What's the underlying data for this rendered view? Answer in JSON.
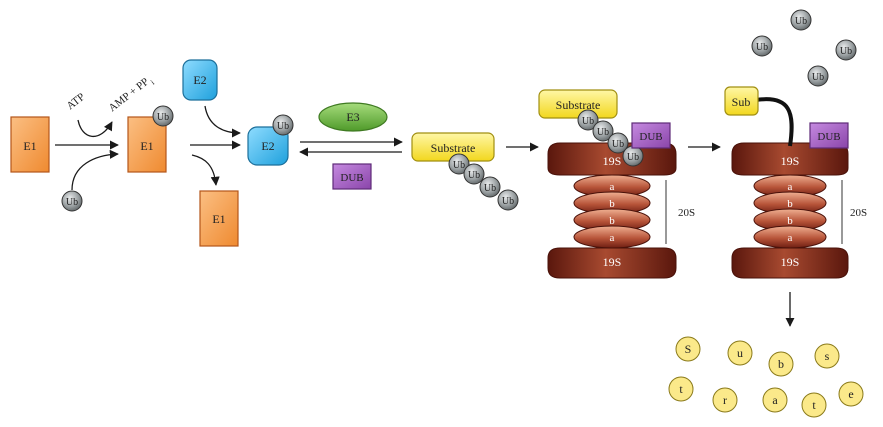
{
  "labels": {
    "e1": "E1",
    "e2": "E2",
    "e3": "E3",
    "ub": "Ub",
    "dub": "DUB",
    "substrate": "Substrate",
    "sub_short": "Sub",
    "atp": "ATP",
    "amp": "AMP + PP",
    "amp_sub": "i",
    "cap": "19S",
    "core": "20S",
    "ring_a": "a",
    "ring_b": "b"
  },
  "fragments": [
    "S",
    "u",
    "b",
    "s",
    "t",
    "r",
    "a",
    "t",
    "e"
  ],
  "colors": {
    "e1_fill": "#f59a4a",
    "e1_stroke": "#b4561a",
    "e2_fill": "#3cb8ec",
    "e2_stroke": "#1c6f9a",
    "e3_fill": "#6fba44",
    "e3_stroke": "#3f7a22",
    "dub_fill": "#a05cbe",
    "dub_stroke": "#5f2b78",
    "substrate_fill": "#f7e64a",
    "substrate_stroke": "#a18f12",
    "ub_fill": "#9aa0a2",
    "ub_stroke": "#333333",
    "proteasome_dark": "#6e1e12",
    "proteasome_mid": "#a8452c",
    "proteasome_light": "#d98868",
    "fragment_fill": "#fbe98a",
    "fragment_stroke": "#8a7a1a"
  }
}
